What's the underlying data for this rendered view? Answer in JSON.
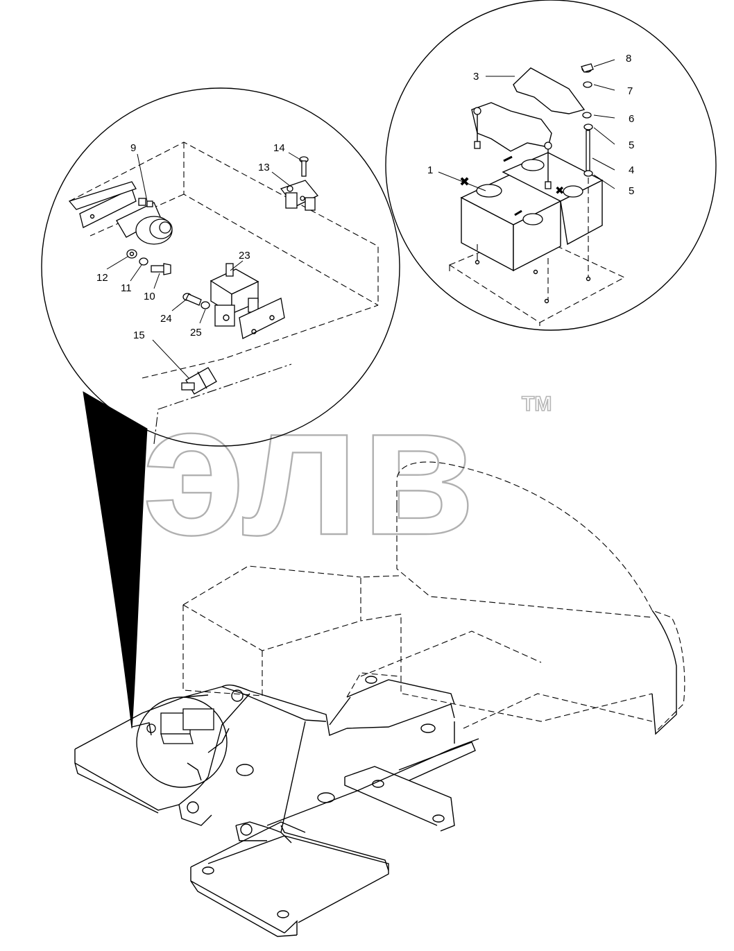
{
  "diagram": {
    "watermark": {
      "text": "элв",
      "tm": "TM"
    },
    "colors": {
      "line": "#000000",
      "background": "#ffffff",
      "watermark": "#b0b0b0"
    },
    "left_callout_labels": [
      {
        "id": "p9",
        "text": "9"
      },
      {
        "id": "p14",
        "text": "14"
      },
      {
        "id": "p13",
        "text": "13"
      },
      {
        "id": "p12",
        "text": "12"
      },
      {
        "id": "p11",
        "text": "11"
      },
      {
        "id": "p10",
        "text": "10"
      },
      {
        "id": "p23",
        "text": "23"
      },
      {
        "id": "p24",
        "text": "24"
      },
      {
        "id": "p25",
        "text": "25"
      },
      {
        "id": "p15",
        "text": "15"
      }
    ],
    "right_callout_labels": [
      {
        "id": "p8",
        "text": "8"
      },
      {
        "id": "p3",
        "text": "3"
      },
      {
        "id": "p7",
        "text": "7"
      },
      {
        "id": "p6",
        "text": "6"
      },
      {
        "id": "p5a",
        "text": "5"
      },
      {
        "id": "p4",
        "text": "4"
      },
      {
        "id": "p1",
        "text": "1"
      },
      {
        "id": "p5b",
        "text": "5"
      }
    ]
  }
}
